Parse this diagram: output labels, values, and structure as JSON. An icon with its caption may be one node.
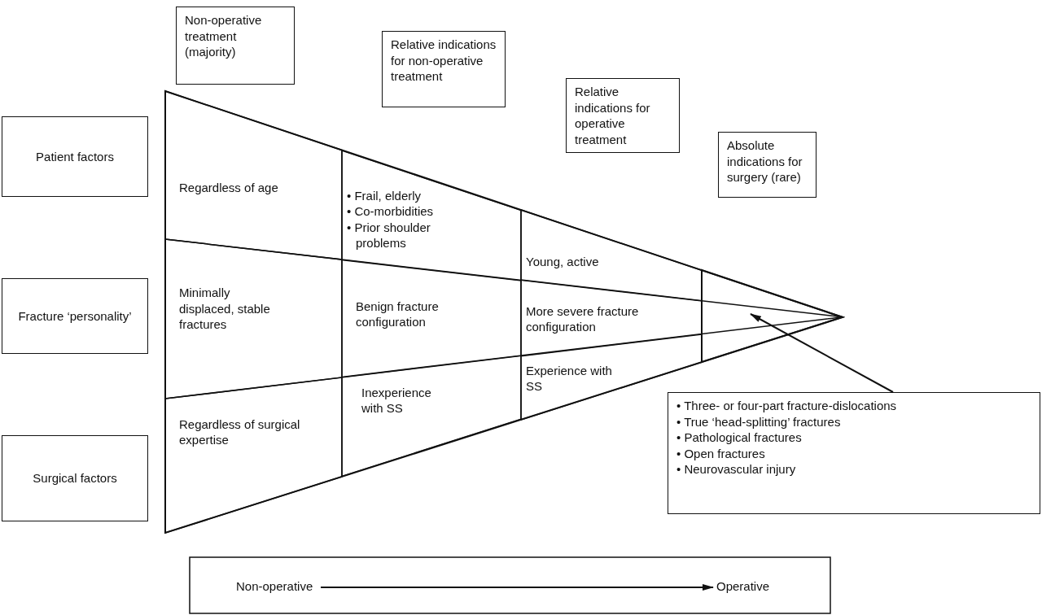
{
  "diagram": {
    "nodes": [
      {
        "text": [
          "Non-operative treatment (majority)"
        ]
      },
      {
        "text": [
          "Relative indications for non-operative treatment"
        ]
      },
      {
        "text": [
          "Relative indications for operative treatment"
        ]
      },
      {
        "text": [
          "Absolute indications for surgery (rare)"
        ]
      },
      {
        "text": [
          "Patient factors"
        ]
      },
      {
        "text": [
          "Fracture ‘personality’"
        ]
      },
      {
        "text": [
          "Surgical factors"
        ]
      },
      {
        "text": [],
        "shape": "triangle"
      },
      {
        "text": [
          "Regardless of age"
        ],
        "in": 7
      },
      {
        "text": [
          "• Frail, elderly",
          "• Co-morbidities",
          "• Prior shoulder problems"
        ],
        "in": 7
      },
      {
        "text": [
          "Young, active"
        ],
        "in": 7
      },
      {
        "text": [
          "Minimally displaced, stable fractures"
        ],
        "in": 7
      },
      {
        "text": [
          "Benign fracture configuration"
        ],
        "in": 7
      },
      {
        "text": [
          "More severe fracture configuration"
        ],
        "in": 7
      },
      {
        "text": [
          "Regardless of surgical expertise"
        ],
        "in": 7
      },
      {
        "text": [
          "Inexperience with SS"
        ],
        "in": 7
      },
      {
        "text": [
          "Experience with SS"
        ],
        "in": 7
      },
      {
        "text": [],
        "shape": "triangle",
        "in": 7
      },
      {
        "text": [
          "• Three- or four-part fracture-dislocations",
          "• True ‘head-splitting’ fractures",
          "• Pathological fractures",
          "• Open fractures",
          "• Neurovascular injury"
        ]
      },
      {
        "text": [],
        "shape": "box"
      },
      {
        "text": [
          "Non-operative"
        ],
        "in": 19
      },
      {
        "text": [
          "Operative"
        ],
        "in": 19
      }
    ],
    "edges": [
      {
        "from": 18,
        "to": 17,
        "arrow": "to"
      },
      {
        "from": 20,
        "to": 21,
        "arrow": "to"
      }
    ]
  }
}
